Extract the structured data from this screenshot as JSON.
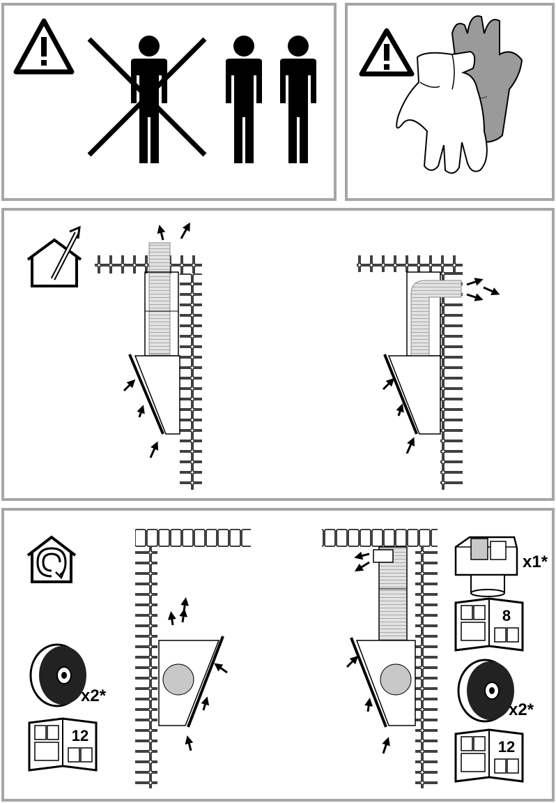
{
  "qty_motor": "x1*",
  "qty_filters_left": "x2*",
  "qty_filters_right": "x2*",
  "page_ref_motor": "8",
  "page_ref_filters_left": "12",
  "page_ref_filters_right": "12",
  "colors": {
    "frame": "#a6a6a6",
    "ink": "#000000",
    "glove_grey": "#9a9a9a",
    "duct_grey": "#d9d9d9",
    "motor_grey": "#c8c8c8"
  },
  "icons": [
    "warning-icon",
    "person-crossed-icon",
    "person-icon",
    "gloves-icon",
    "house-ducting-icon",
    "house-recirculation-icon",
    "carbon-filter-icon",
    "manual-book-icon",
    "motor-unit-icon",
    "airflow-arrow-icon"
  ]
}
